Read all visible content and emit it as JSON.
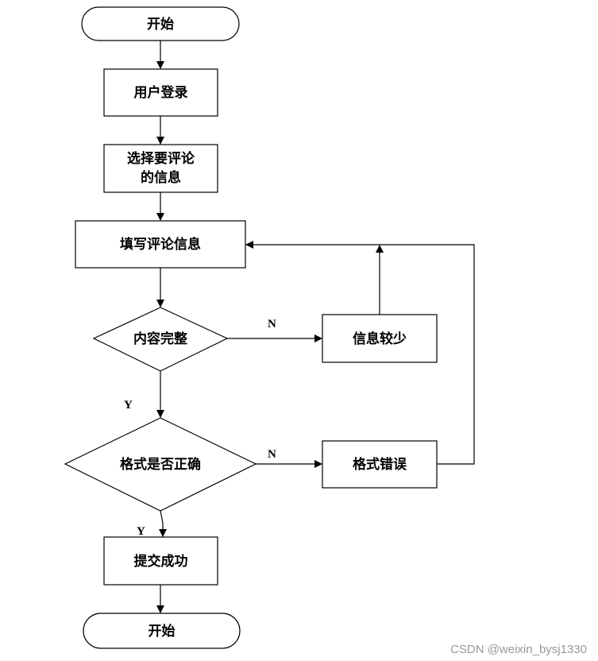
{
  "nodes": {
    "start": "开始",
    "login": "用户登录",
    "select_line1": "选择要评论",
    "select_line2": "的信息",
    "fill": "填写评论信息",
    "complete": "内容完整",
    "too_little": "信息较少",
    "format_check": "格式是否正确",
    "format_error": "格式错误",
    "success": "提交成功",
    "end": "开始"
  },
  "edges": {
    "complete_no": "N",
    "complete_yes": "Y",
    "format_no": "N",
    "format_yes": "Y"
  },
  "watermark": "CSDN @weixin_bysj1330"
}
